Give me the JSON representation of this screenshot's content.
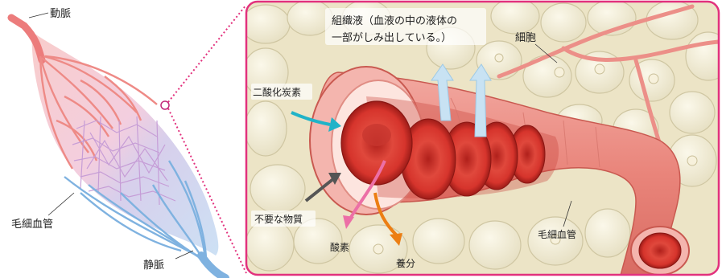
{
  "left_panel": {
    "artery_label": "動脈",
    "capillary_label": "毛細血管",
    "vein_label": "静脈"
  },
  "zoom_panel": {
    "tissue_fluid_line1": "組織液（血液の中の液体の",
    "tissue_fluid_line2": "一部がしみ出している。）",
    "cell_label": "細胞",
    "co2_label": "二酸化炭素",
    "waste_label": "不要な物質",
    "oxygen_label": "酸素",
    "nutrient_label": "養分",
    "capillary_label": "毛細血管"
  },
  "colors": {
    "artery": "#ec7c7c",
    "vein": "#7fb2e0",
    "capillary_net": "#c9a6d8",
    "frame": "#e2317d",
    "blood_cell": "#d8322a",
    "arrow_co2": "#1fb3c8",
    "arrow_waste": "#555555",
    "arrow_oxygen": "#ec6fa6",
    "arrow_nutrient": "#ec7e13",
    "arrow_fluid": "#b9dcf0"
  }
}
